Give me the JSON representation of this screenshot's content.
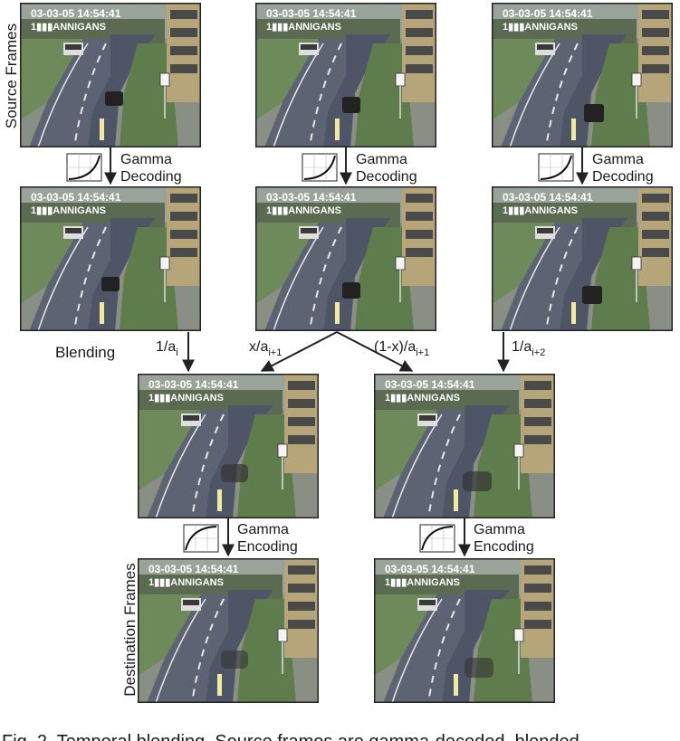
{
  "labels": {
    "source_frames": "Source Frames",
    "destination_frames": "Destination Frames",
    "blending": "Blending"
  },
  "frame_overlay": {
    "timestamp": "03-03-05  14:54:41",
    "caption": "1▮▮▮ANNIGANS"
  },
  "decoding": {
    "line1": "Gamma",
    "line2": "Decoding"
  },
  "encoding": {
    "line1": "Gamma",
    "line2": "Encoding"
  },
  "weights": {
    "w1": {
      "base": "1/a",
      "sub": "i"
    },
    "w2": {
      "base": "x/a",
      "sub": "i+1"
    },
    "w3": {
      "base": "(1-x)/a",
      "sub": "i+1"
    },
    "w4": {
      "base": "1/a",
      "sub": "i+2"
    }
  },
  "caption_fragment": "Fig. 2.   Temporal blending. Source frames are gamma-decoded, blended"
}
